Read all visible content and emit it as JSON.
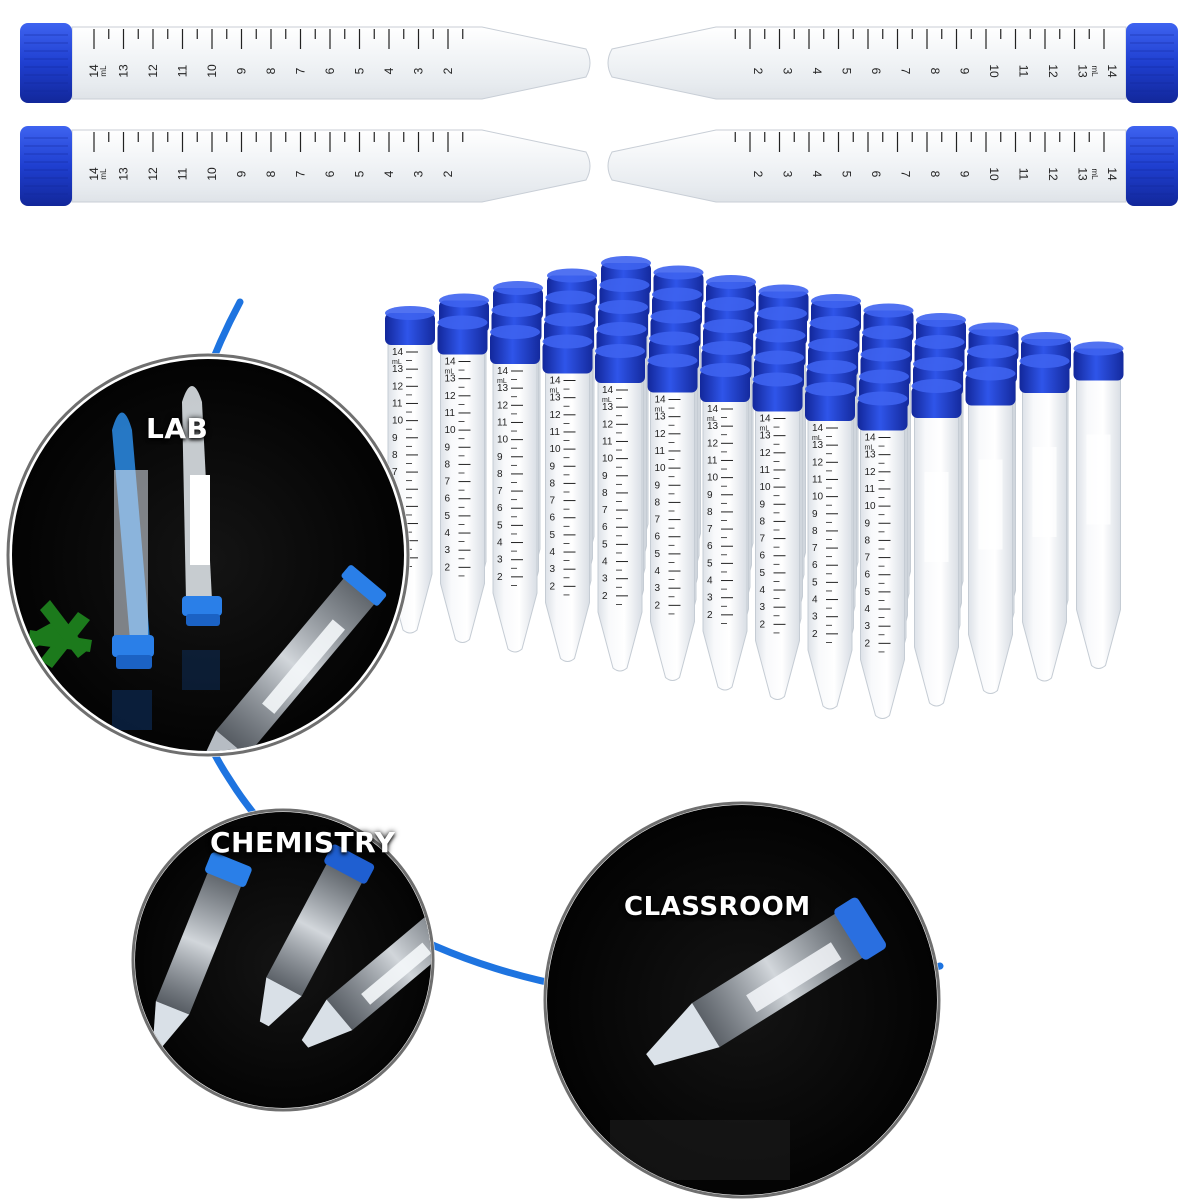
{
  "colors": {
    "cap": "#1f3fd0",
    "cap_dark": "#12279a",
    "cap_light": "#3e63f0",
    "light_cap": "#2a7fe8",
    "arc": "#1e74e0",
    "scene_bg": "#050505",
    "tube": "#f2f4f6",
    "mark": "#222222"
  },
  "graduation": {
    "unit": "mL",
    "top_value": "14",
    "numbers": [
      "13",
      "12",
      "11",
      "10",
      "9",
      "8",
      "7",
      "6",
      "5",
      "4",
      "3",
      "2"
    ]
  },
  "scenes": {
    "lab": {
      "label": "LAB",
      "icon": "lab-tubes-photo"
    },
    "chemistry": {
      "label": "CHEMISTRY",
      "icon": "chemistry-tubes-photo"
    },
    "classroom": {
      "label": "CLASSROOM",
      "icon": "classroom-tube-photo"
    }
  },
  "grid": {
    "columns": 10,
    "rows": 5
  }
}
